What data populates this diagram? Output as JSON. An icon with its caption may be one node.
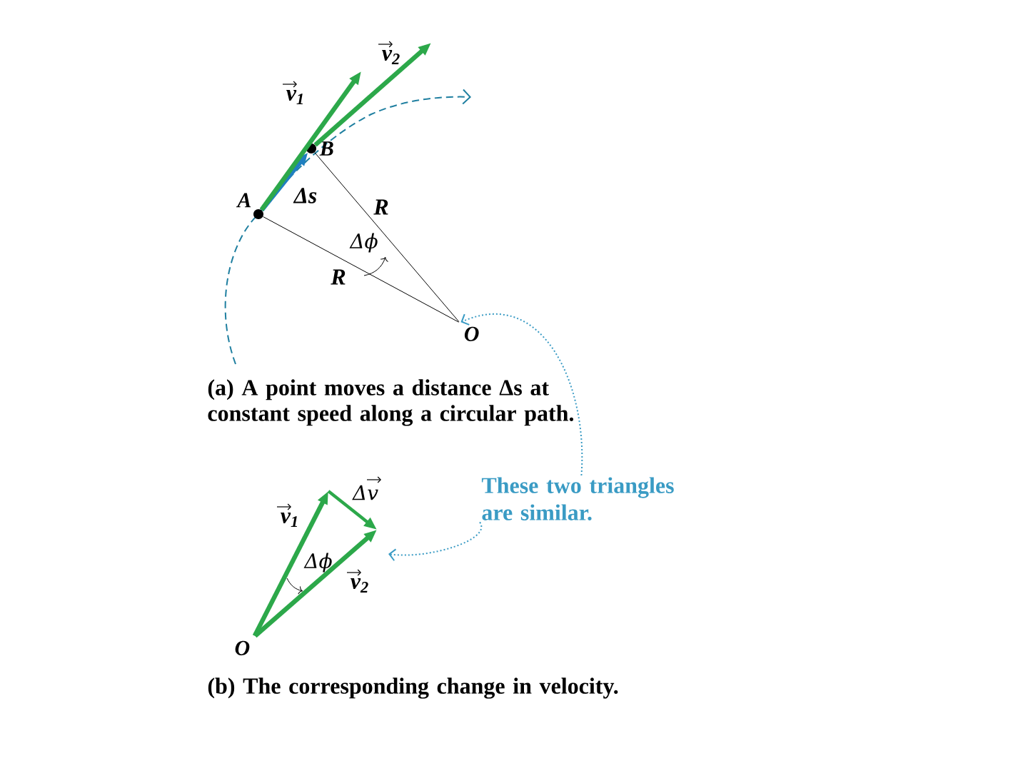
{
  "diagram": {
    "nodes": [
      {
        "text": [
          "A"
        ]
      },
      {
        "text": [
          "B"
        ]
      },
      {
        "text": [
          "O"
        ]
      },
      {
        "text": [
          "O"
        ]
      },
      {
        "text": [
          "These two triangles are similar."
        ]
      }
    ],
    "edges": [
      {
        "from": 0,
        "to": 1,
        "arrow": "to",
        "label": "Δs",
        "color": "#1f7fc0"
      },
      {
        "from": 0,
        "to": null,
        "arrow": "to",
        "label": "v$_{1}$",
        "color": "#2ca84a"
      },
      {
        "from": 1,
        "to": null,
        "arrow": "to",
        "label": "v$_{2}$",
        "color": "#2ca84a"
      },
      {
        "from": 2,
        "to": 0,
        "arrow": "none",
        "label": "R",
        "color": "#000000"
      },
      {
        "from": 2,
        "to": 1,
        "arrow": "none",
        "label": "R",
        "color": "#000000"
      },
      {
        "from": 3,
        "to": null,
        "arrow": "to",
        "label": "v$_{1}$",
        "color": "#2ca84a"
      },
      {
        "from": 3,
        "to": null,
        "arrow": "to",
        "label": "v$_{2}$",
        "color": "#2ca84a"
      },
      {
        "from": 4,
        "to": 2,
        "arrow": "to",
        "style": "dashed",
        "color": "#3a9bc4"
      },
      {
        "from": 4,
        "to": null,
        "arrow": "to",
        "style": "dashed",
        "color": "#3a9bc4"
      }
    ],
    "labels": [
      "Δϕ",
      "(a) A point moves a distance Δs at constant speed along a circular path.",
      "Δv",
      "Δϕ",
      "(b) The corresponding change in velocity."
    ]
  }
}
